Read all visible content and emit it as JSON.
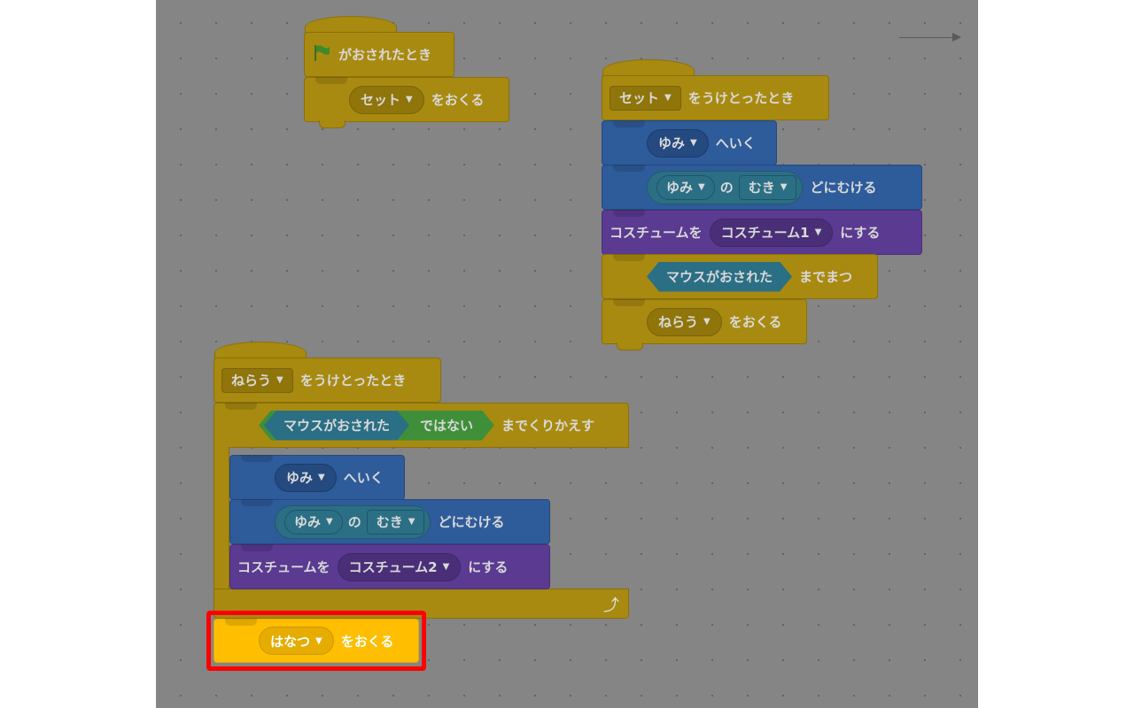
{
  "script1": {
    "hat_label": "がおされたとき",
    "broadcast_value": "セット",
    "broadcast_label": "をおくる"
  },
  "script2": {
    "hat_value": "セット",
    "hat_label": "をうけとったとき",
    "goto_value": "ゆみ",
    "goto_label": "へいく",
    "point_value": "ゆみ",
    "point_of": "の",
    "point_attr": "むき",
    "point_label": "どにむける",
    "costume_label": "コスチュームを",
    "costume_value": "コスチューム1",
    "costume_suffix": "にする",
    "wait_condition": "マウスがおされた",
    "wait_label": "までまつ",
    "broadcast_value": "ねらう",
    "broadcast_label": "をおくる"
  },
  "script3": {
    "hat_value": "ねらう",
    "hat_label": "をうけとったとき",
    "repeat_condition": "マウスがおされた",
    "repeat_not": "ではない",
    "repeat_label": "までくりかえす",
    "goto_value": "ゆみ",
    "goto_label": "へいく",
    "point_value": "ゆみ",
    "point_of": "の",
    "point_attr": "むき",
    "point_label": "どにむける",
    "costume_label": "コスチュームを",
    "costume_value": "コスチューム2",
    "costume_suffix": "にする",
    "broadcast_value": "はなつ",
    "broadcast_label": "をおくる"
  },
  "icons": {
    "caret": "▼",
    "loop_arrow": "⤴",
    "flag": "green-flag-icon"
  },
  "colors": {
    "events_dim": "#a88a10",
    "events_bright": "#ffbf00",
    "motion": "#2e5b9a",
    "looks": "#5b3a91",
    "highlight": "#ff0000"
  }
}
